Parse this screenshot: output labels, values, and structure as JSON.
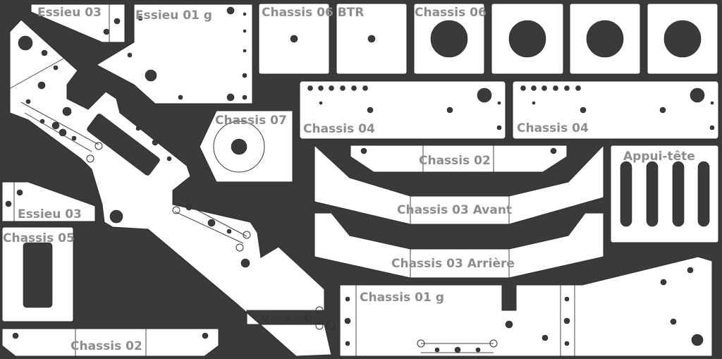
{
  "labels": {
    "essieu03_top": "Essieu 03",
    "essieu01g": "Essieu 01 g",
    "chassis06btr": "Chassis 06 BTR",
    "chassis06": "Chassis 06",
    "chassis07": "Chassis 07",
    "chassis04_left": "Chassis 04",
    "chassis04_right": "Chassis 04",
    "chassis02_mid": "Chassis 02",
    "appui_tete": "Appui-tête",
    "chassis03_avant": "Chassis 03 Avant",
    "chassis03_arriere": "Chassis 03 Arrière",
    "essieu03_left": "Essieu 03",
    "chassis05": "Chassis 05",
    "chassis01g": "Chassis 01 g",
    "chassis02_bottom": "Chassis 02"
  },
  "colors": {
    "background": "#3a3a3a",
    "piece": "#ffffff",
    "label": "#8c8c8c"
  }
}
